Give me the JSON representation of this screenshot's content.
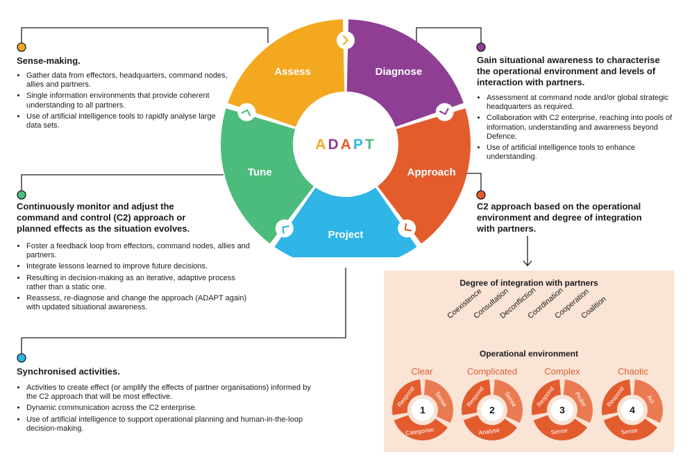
{
  "center_label": "ADAPT",
  "center_letters": [
    {
      "ch": "A",
      "color": "#f3a81f"
    },
    {
      "ch": "D",
      "color": "#8e3f94"
    },
    {
      "ch": "A",
      "color": "#e45c2c"
    },
    {
      "ch": "P",
      "color": "#2fb5e6"
    },
    {
      "ch": "T",
      "color": "#4cbc7c"
    }
  ],
  "segments": [
    {
      "label": "Assess",
      "color": "#f3a81f"
    },
    {
      "label": "Diagnose",
      "color": "#8e3f94"
    },
    {
      "label": "Approach",
      "color": "#e45c2c"
    },
    {
      "label": "Project",
      "color": "#2fb5e6"
    },
    {
      "label": "Tune",
      "color": "#4cbc7c"
    }
  ],
  "assess": {
    "heading": "Sense-making.",
    "bullets": [
      "Gather data from effectors, headquarters, command nodes, allies and partners.",
      "Single information environments that provide coherent understanding to all partners.",
      "Use of artificial intelligence tools to rapidly analyse large data sets."
    ]
  },
  "diagnose": {
    "heading": "Gain situational awareness to characterise the operational environment and levels of interaction with partners.",
    "bullets": [
      "Assessment at command node and/or global strategic headquarters as required.",
      "Collaboration with C2 enterprise, reaching into pools of information, understanding and awareness beyond Defence.",
      "Use of artificial intelligence tools to enhance understanding."
    ]
  },
  "approach": {
    "heading": "C2 approach based on the operational environment and degree of integration with partners."
  },
  "tune": {
    "heading": "Continuously monitor and adjust the command and control (C2) approach or planned effects as the situation evolves.",
    "bullets": [
      "Foster a feedback loop from effectors, command nodes, allies and partners.",
      "Integrate lessons learned to improve future decisions.",
      "Resulting in decision-making as an iterative, adaptive process rather than a static one.",
      "Reassess, re-diagnose and change the approach (ADAPT again) with updated situational awareness."
    ]
  },
  "project": {
    "heading": "Synchronised activities.",
    "bullets": [
      "Activities to create effect (or amplify the effects of partner organisations) informed by the C2 approach that will be most effective.",
      "Dynamic communication across the C2 enterprise.",
      "Use of artificial intelligence to support operational planning and human-in-the-loop decision-making."
    ]
  },
  "panel": {
    "integration_title": "Degree of integration with partners",
    "integration_levels": [
      "Coexistence",
      "Consultation",
      "Deconfliction",
      "Coordination",
      "Cooperation",
      "Coalition"
    ],
    "environment_title": "Operational environment",
    "environments": [
      {
        "name": "Clear",
        "number": "1",
        "steps": [
          "Respond",
          "Sense",
          "Categorise"
        ]
      },
      {
        "name": "Complicated",
        "number": "2",
        "steps": [
          "Respond",
          "Sense",
          "Analyse"
        ]
      },
      {
        "name": "Complex",
        "number": "3",
        "steps": [
          "Respond",
          "Probe",
          "Sense"
        ]
      },
      {
        "name": "Chaotic",
        "number": "4",
        "steps": [
          "Respond",
          "Act",
          "Sense"
        ]
      }
    ]
  }
}
